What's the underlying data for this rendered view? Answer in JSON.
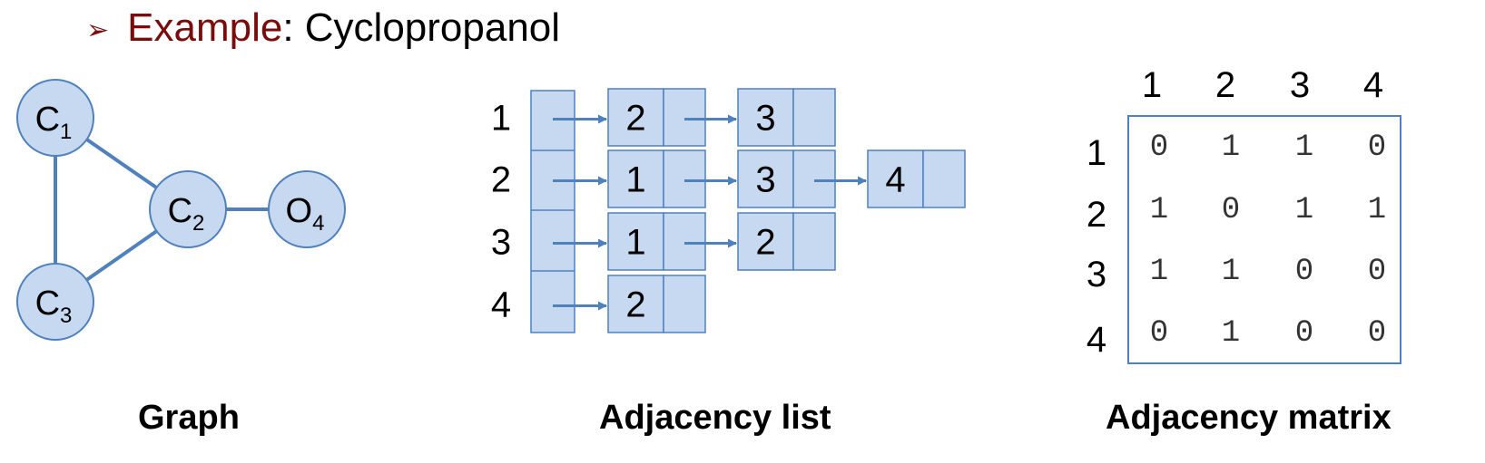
{
  "header": {
    "bullet": "➢",
    "keyword": "Example",
    "separator": ": ",
    "title": "Cyclopropanol"
  },
  "graph": {
    "caption": "Graph",
    "nodes": [
      {
        "id": "1",
        "element": "C",
        "sub": "1"
      },
      {
        "id": "2",
        "element": "C",
        "sub": "2"
      },
      {
        "id": "3",
        "element": "C",
        "sub": "3"
      },
      {
        "id": "4",
        "element": "O",
        "sub": "4"
      }
    ],
    "edges": [
      [
        "1",
        "2"
      ],
      [
        "1",
        "3"
      ],
      [
        "2",
        "3"
      ],
      [
        "2",
        "4"
      ]
    ]
  },
  "adjacency_list": {
    "caption": "Adjacency list",
    "rows": [
      {
        "label": "1",
        "neighbors": [
          "2",
          "3"
        ]
      },
      {
        "label": "2",
        "neighbors": [
          "1",
          "3",
          "4"
        ]
      },
      {
        "label": "3",
        "neighbors": [
          "1",
          "2"
        ]
      },
      {
        "label": "4",
        "neighbors": [
          "2"
        ]
      }
    ]
  },
  "adjacency_matrix": {
    "caption": "Adjacency matrix",
    "col_labels": [
      "1",
      "2",
      "3",
      "4"
    ],
    "row_labels": [
      "1",
      "2",
      "3",
      "4"
    ],
    "values": [
      [
        "0",
        "1",
        "1",
        "0"
      ],
      [
        "1",
        "0",
        "1",
        "1"
      ],
      [
        "1",
        "1",
        "0",
        "0"
      ],
      [
        "0",
        "1",
        "0",
        "0"
      ]
    ]
  },
  "colors": {
    "node_fill": "#c6d9f1",
    "stroke": "#4f81bd",
    "keyword": "#7a0c0c"
  }
}
